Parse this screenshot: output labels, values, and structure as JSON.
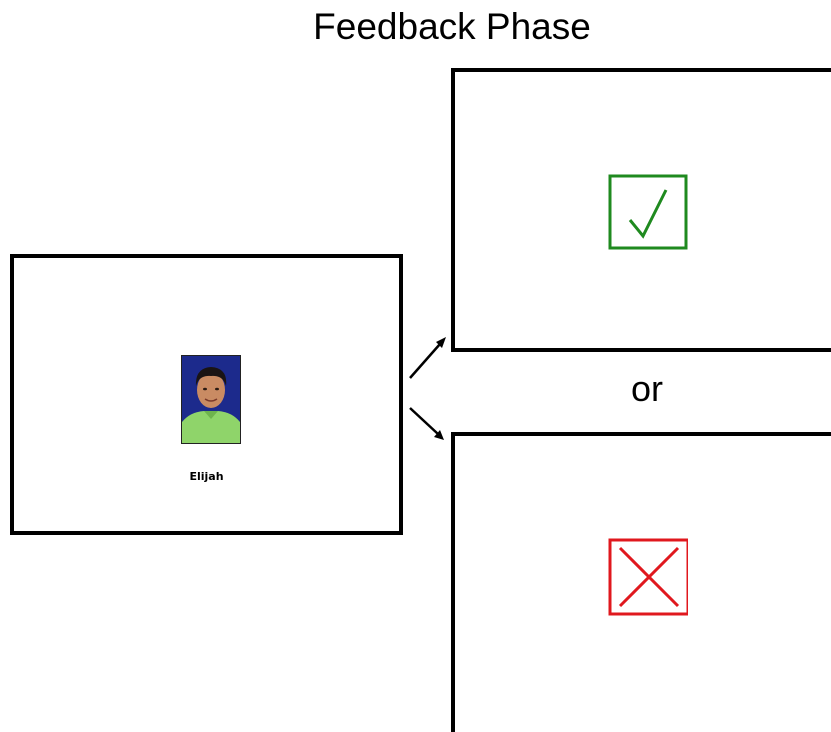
{
  "title": "Feedback Phase",
  "stimulus": {
    "name": "Elijah",
    "photo": "face-photo"
  },
  "separator": "or",
  "feedback": {
    "correct": {
      "icon": "checkmark-icon",
      "color": "#1f8a1f"
    },
    "incorrect": {
      "icon": "x-mark-icon",
      "color": "#e0181e"
    }
  }
}
